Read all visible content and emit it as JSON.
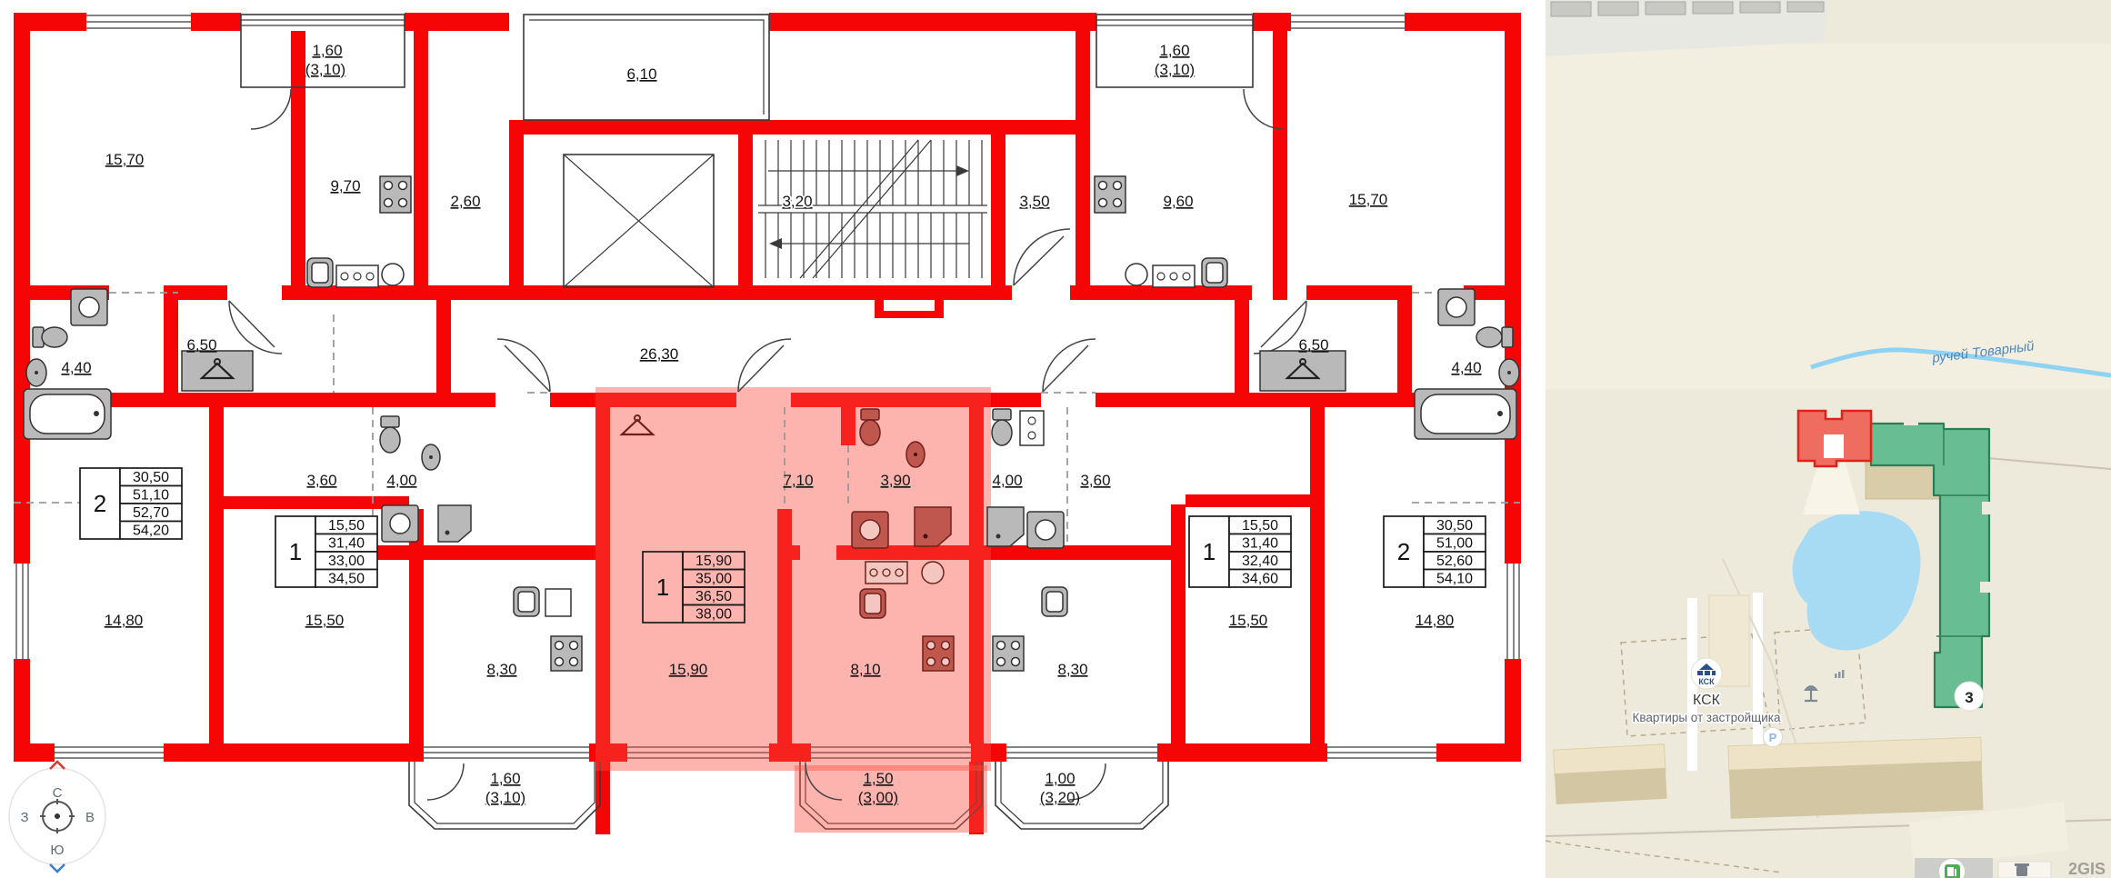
{
  "floorplan": {
    "colors": {
      "walls": "#f50505",
      "highlight": "rgba(251,77,64,0.42)",
      "fixtures": "#b9b9b9"
    },
    "areas": {
      "room_tl": "15,70",
      "balc_tl_1": "1,60",
      "balc_tl_2": "(3,10)",
      "kitchen_tl": "9,70",
      "corr_26": "2,60",
      "balc_top": "6,10",
      "stairs": "3,20",
      "store_35": "3,50",
      "balc_tr_1": "1,60",
      "balc_tr_2": "(3,10)",
      "kitchen_tr": "9,60",
      "room_tr": "15,70",
      "hall_left": "6,50",
      "bath_left": "4,40",
      "corridor": "26,30",
      "hall_right": "6,50",
      "bath_right": "4,40",
      "hall_a1": "3,60",
      "bath_a1": "4,00",
      "hall_sel": "7,10",
      "bath_sel": "3,90",
      "bath_a2": "4,00",
      "hall_a2": "3,60",
      "room_bl": "14,80",
      "room_a1": "15,50",
      "room_sel": "15,90",
      "kitchen_a1": "8,30",
      "kitchen_sel": "8,10",
      "kitchen_a2": "8,30",
      "room_a2": "15,50",
      "room_br": "14,80",
      "balc_b1_1": "1,60",
      "balc_b1_2": "(3,10)",
      "balc_sel_1": "1,50",
      "balc_sel_2": "(3,00)",
      "balc_b3_1": "1,00",
      "balc_b3_2": "(3,20)"
    },
    "tables": {
      "t_left2": {
        "rooms": "2",
        "values": [
          "30,50",
          "51,10",
          "52,70",
          "54,20"
        ]
      },
      "t_left1": {
        "rooms": "1",
        "values": [
          "15,50",
          "31,40",
          "33,00",
          "34,50"
        ]
      },
      "t_sel": {
        "rooms": "1",
        "values": [
          "15,90",
          "35,00",
          "36,50",
          "38,00"
        ]
      },
      "t_right1": {
        "rooms": "1",
        "values": [
          "15,50",
          "31,40",
          "32,40",
          "34,60"
        ]
      },
      "t_right2": {
        "rooms": "2",
        "values": [
          "30,50",
          "51,00",
          "52,60",
          "54,10"
        ]
      }
    },
    "compass": {
      "n": "С",
      "s": "Ю",
      "w": "З",
      "e": "В"
    }
  },
  "map": {
    "stream_label": "ручей Товарный",
    "developer_badge": "КСК",
    "developer_name": "КСК",
    "developer_subtitle": "Квартиры от застройщика",
    "building_badge": "3",
    "parking_label": "P",
    "watermark": "2GIS",
    "colors": {
      "selected_building": "#ef6c60",
      "buildings_green": "#69bd92",
      "pond": "#a7daf3",
      "stream": "#90d2f2"
    }
  }
}
